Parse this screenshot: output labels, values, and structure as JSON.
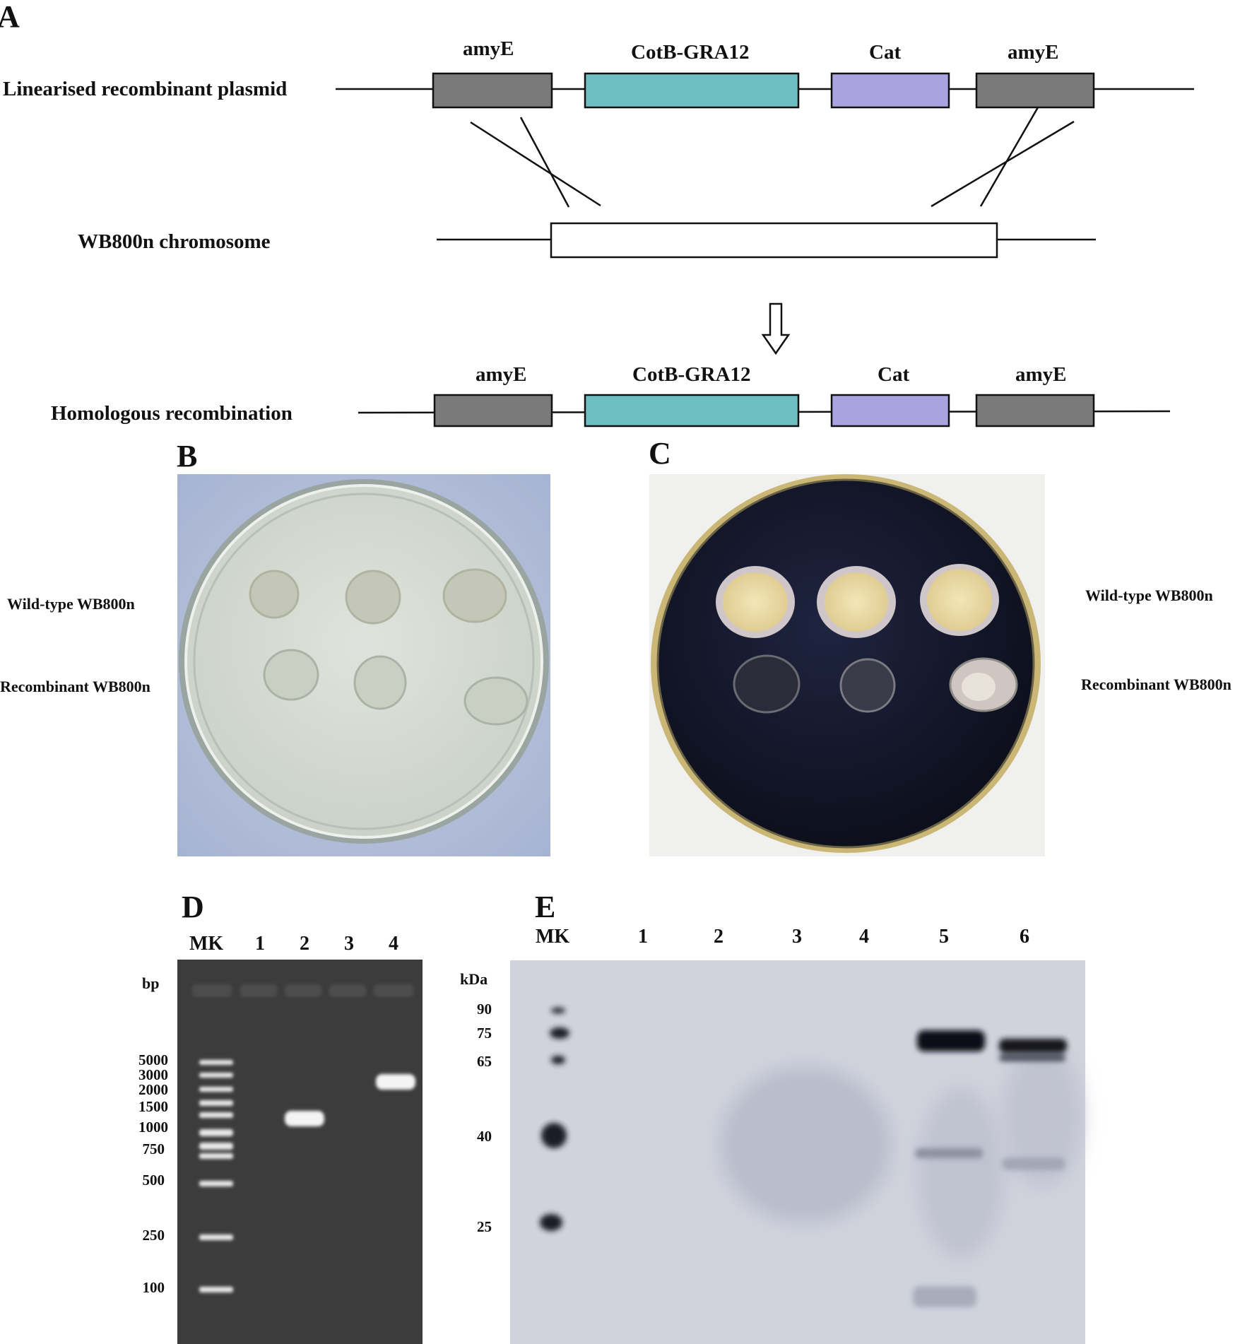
{
  "panelA": {
    "letter": "A",
    "row1_label": "Linearised recombinant plasmid",
    "row2_label": "WB800n chromosome",
    "row3_label": "Homologous recombination",
    "gene_labels_top": [
      "amyE",
      "CotB-GRA12",
      "Cat",
      "amyE"
    ],
    "gene_labels_bottom": [
      "amyE",
      "CotB-GRA12",
      "Cat",
      "amyE"
    ],
    "colors": {
      "amyE": "#7a7a7a",
      "CotB-GRA12": "#6fbfc2",
      "Cat": "#a9a3e0",
      "chromosome": "#ffffff"
    }
  },
  "panelB": {
    "letter": "B",
    "label_top": "Wild-type WB800n",
    "label_bottom": "Recombinant WB800n"
  },
  "panelC": {
    "letter": "C",
    "label_top": "Wild-type WB800n",
    "label_bottom": "Recombinant WB800n"
  },
  "panelD": {
    "letter": "D",
    "lanes": [
      "MK",
      "1",
      "2",
      "3",
      "4"
    ],
    "unit": "bp",
    "ladder": [
      "5000",
      "3000",
      "2000",
      "1500",
      "1000",
      "750",
      "500",
      "250",
      "100"
    ]
  },
  "panelE": {
    "letter": "E",
    "lanes": [
      "MK",
      "1",
      "2",
      "3",
      "4",
      "5",
      "6"
    ],
    "unit": "kDa",
    "ladder": [
      "90",
      "75",
      "65",
      "40",
      "25"
    ]
  }
}
